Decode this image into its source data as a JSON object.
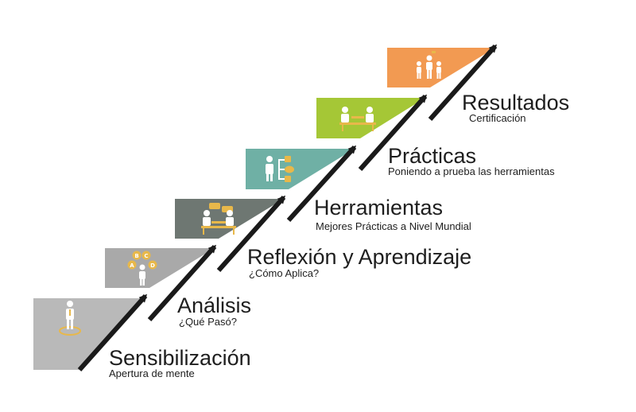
{
  "steps": [
    {
      "title": "Sensibilización",
      "subtitle": "Apertura de mente",
      "color": "#b9b9b9",
      "icon": "person-with-target-icon"
    },
    {
      "title": "Análisis",
      "subtitle": "¿Qué Pasó?",
      "color": "#a9a9a9",
      "icon": "person-thinking-options-icon"
    },
    {
      "title": "Reflexión y Aprendizaje",
      "subtitle": "¿Cómo Aplica?",
      "color": "#6e7772",
      "icon": "people-meeting-icon"
    },
    {
      "title": "Herramientas",
      "subtitle": "Mejores Prácticas a Nivel Mundial",
      "color": "#6fb0a5",
      "icon": "person-flowchart-icon"
    },
    {
      "title": "Prácticas",
      "subtitle": "Poniendo a prueba las herramientas",
      "color": "#a5c736",
      "icon": "people-at-table-icon"
    },
    {
      "title": "Resultados",
      "subtitle": "Certificación",
      "color": "#f29a52",
      "icon": "winners-podium-icon"
    }
  ],
  "options_labels": [
    "A",
    "B",
    "C",
    "D"
  ],
  "colors": {
    "arrow": "#1a1a1a",
    "icon": "#ffffff",
    "accent": "#e8b84a",
    "text": "#1e1e1e"
  }
}
